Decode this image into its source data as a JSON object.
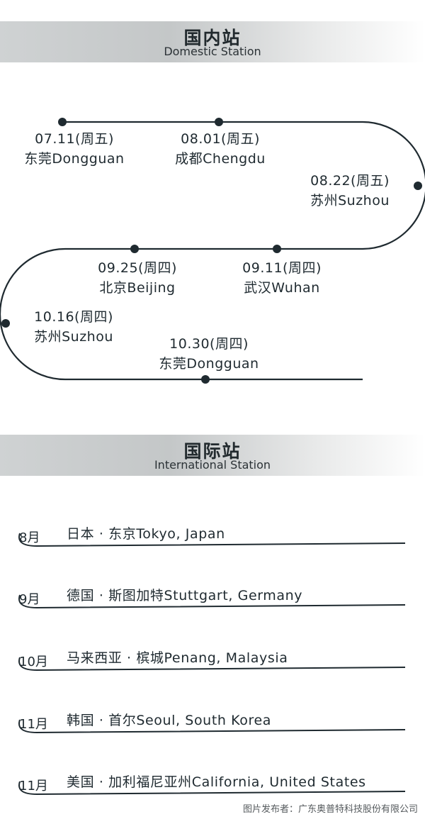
{
  "domestic": {
    "title_cn": "国内站",
    "title_en": "Domestic Station",
    "stops": [
      {
        "date": "07.11(周五)",
        "city": "东莞Dongguan"
      },
      {
        "date": "08.01(周五)",
        "city": "成都Chengdu"
      },
      {
        "date": "08.22(周五)",
        "city": "苏州Suzhou"
      },
      {
        "date": "09.25(周四)",
        "city": "北京Beijing"
      },
      {
        "date": "09.11(周四)",
        "city": "武汉Wuhan"
      },
      {
        "date": "10.16(周四)",
        "city": "苏州Suzhou"
      },
      {
        "date": "10.30(周四)",
        "city": "东莞Dongguan"
      }
    ]
  },
  "international": {
    "title_cn": "国际站",
    "title_en": "International Station",
    "stops": [
      {
        "month": "8月",
        "destination": "日本 · 东京Tokyo, Japan"
      },
      {
        "month": "9月",
        "destination": "德国 · 斯图加特Stuttgart, Germany"
      },
      {
        "month": "10月",
        "destination": "马来西亚 · 槟城Penang, Malaysia"
      },
      {
        "month": "11月",
        "destination": "韩国 · 首尔Seoul, South Korea"
      },
      {
        "month": "11月",
        "destination": "美国 · 加利福尼亚州California, United States"
      }
    ]
  },
  "caption": "图片发布者：广东奥普特科技股份有限公司",
  "colors": {
    "line": "#1f2a30",
    "banner_gray": "#c4c7c8"
  }
}
